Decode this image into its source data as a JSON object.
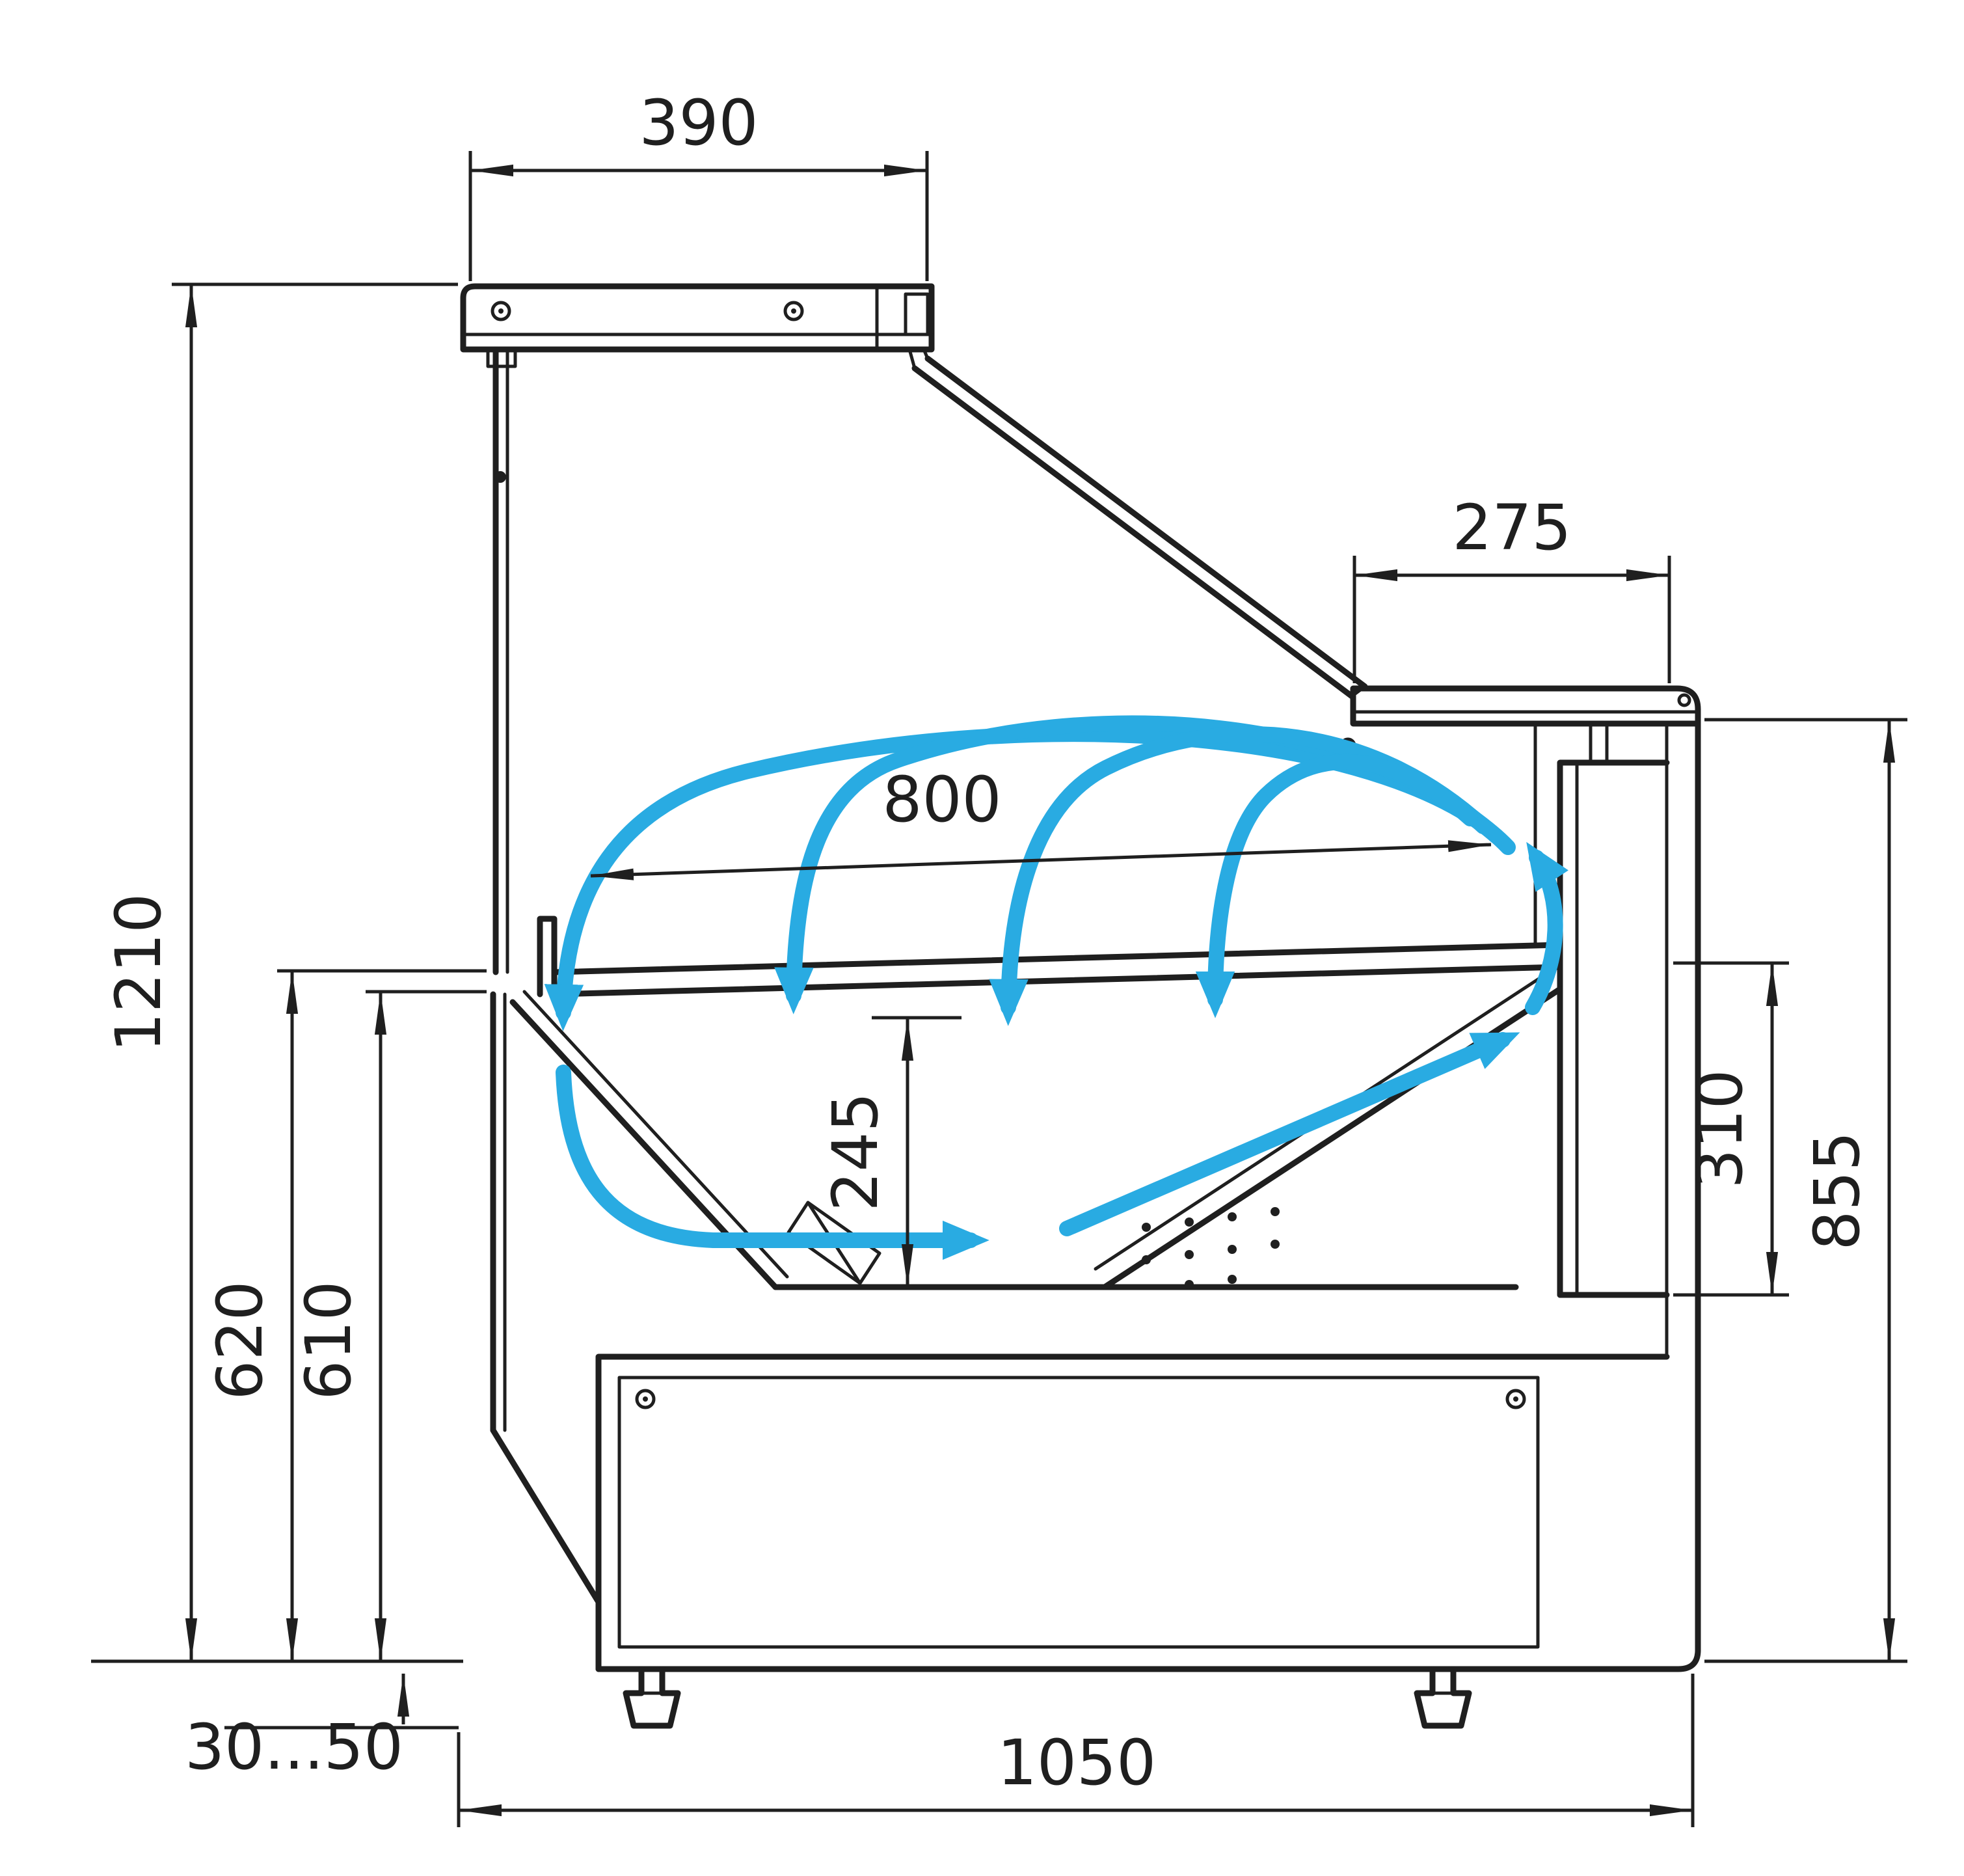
{
  "diagram": {
    "colors": {
      "line": "#1f1f1f",
      "flow": "#29ABE2",
      "background": "#ffffff"
    },
    "dims": {
      "top_width": "390",
      "rear_shelf_depth": "275",
      "display_opening": "800",
      "overall_height": "1210",
      "front_height": "620",
      "front_inner_height": "610",
      "well_depth": "245",
      "duct_outlet_height": "310",
      "rear_height": "855",
      "foot_adjustment": "30...50",
      "base_depth": "1050"
    }
  }
}
